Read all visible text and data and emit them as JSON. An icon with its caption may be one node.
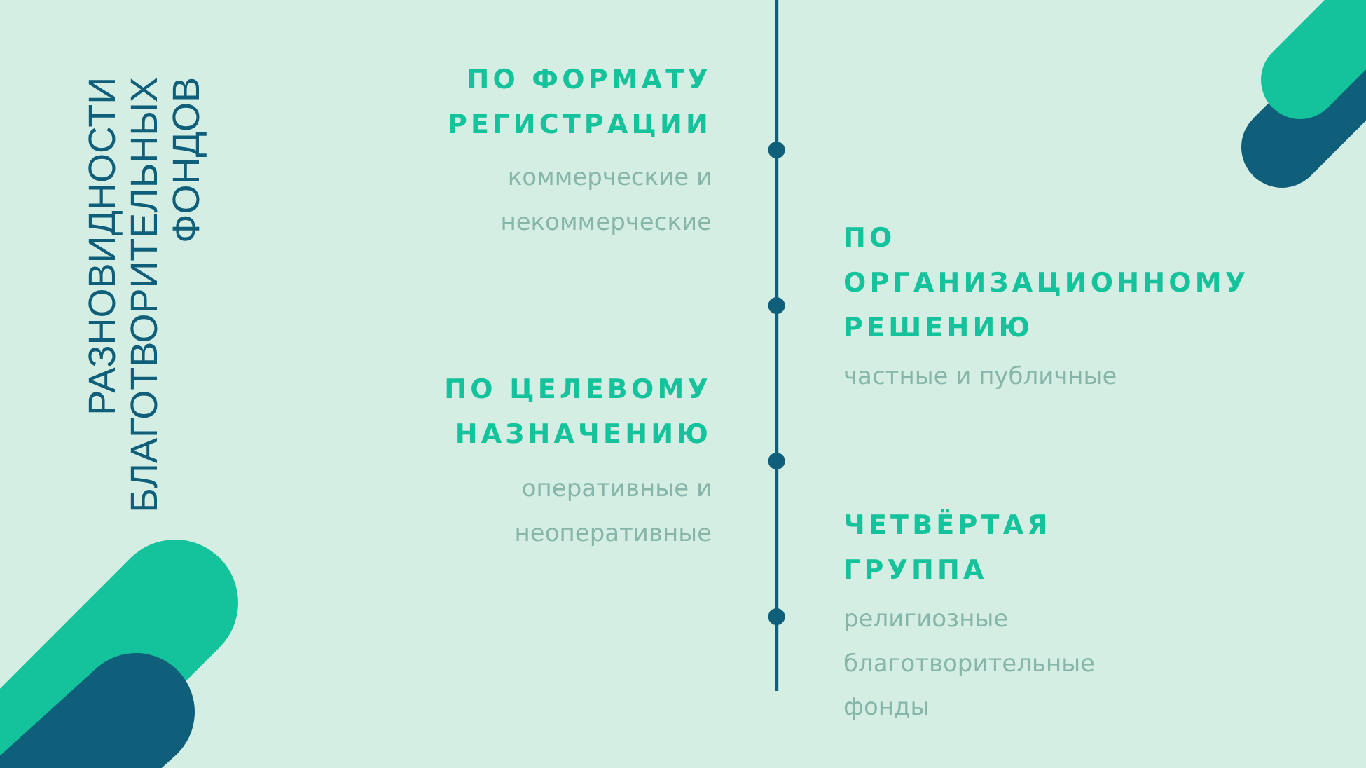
{
  "diagram": {
    "title": "РАЗНОВИДНОСТИ БЛАГОТВОРИТЕЛЬНЫХ ФОНДОВ",
    "labels": [
      "ПО ФОРМАТУ РЕГИСТРАЦИИ",
      "коммерческие и некоммерческие",
      "ПО ОРГАНИЗАЦИОННОМУ РЕШЕНИЮ",
      "частные и публичные",
      "ПО ЦЕЛЕВОМУ НАЗНАЧЕНИЮ",
      "оперативные и неоперативные",
      "ЧЕТВЁРТАЯ ГРУППА",
      "религиозные благотворительные фонды"
    ]
  }
}
